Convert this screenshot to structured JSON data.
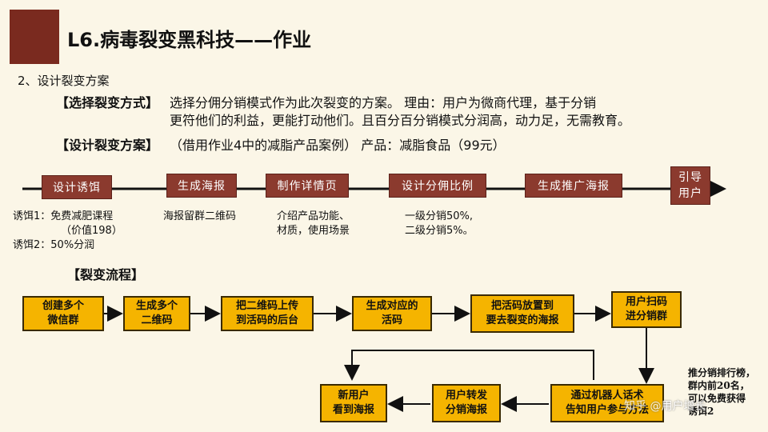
{
  "header": {
    "title": "L6.病毒裂变黑科技——作业"
  },
  "section_heading": "2、设计裂变方案",
  "method": {
    "label": "【选择裂变方式】",
    "line1": "选择分佣分销模式作为此次裂变的方案。   理由：用户为微商代理，基于分销",
    "line2": "更符他们的利益，更能打动他们。且百分百分销模式分润高，动力足，无需教育。"
  },
  "plan": {
    "label": "【设计裂变方案】",
    "text": "（借用作业4中的减脂产品案例）      产品：减脂食品（99元）"
  },
  "timeline": {
    "steps": [
      "设计诱饵",
      "生成海报",
      "制作详情页",
      "设计分佣比例",
      "生成推广海报",
      "引导\n用户"
    ],
    "notes": {
      "bait": [
        "诱饵1：免费减肥课程",
        "（价值198）",
        "诱饵2：50%分润"
      ],
      "poster": "海报留群二维码",
      "detail": [
        "介绍产品功能、",
        "材质，使用场景"
      ],
      "commission": [
        "一级分销50%,",
        "二级分销5%。"
      ]
    }
  },
  "flow": {
    "label": "【裂变流程】",
    "boxes": [
      "创建多个\n微信群",
      "生成多个\n二维码",
      "把二维码上传\n到活码的后台",
      "生成对应的\n活码",
      "把活码放置到\n要去裂变的海报",
      "用户扫码\n进分销群",
      "通过机器人话术\n告知用户参与方法",
      "用户转发\n分销海报",
      "新用户\n看到海报"
    ],
    "side_note": [
      "推分销排行榜，",
      "群内前20名，",
      "可以免费获得",
      "诱饵2"
    ]
  },
  "watermark": "知乎 @用户增长",
  "colors": {
    "background": "#fbf6e7",
    "brown": "#8b3a2e",
    "yellow": "#f5b400"
  }
}
